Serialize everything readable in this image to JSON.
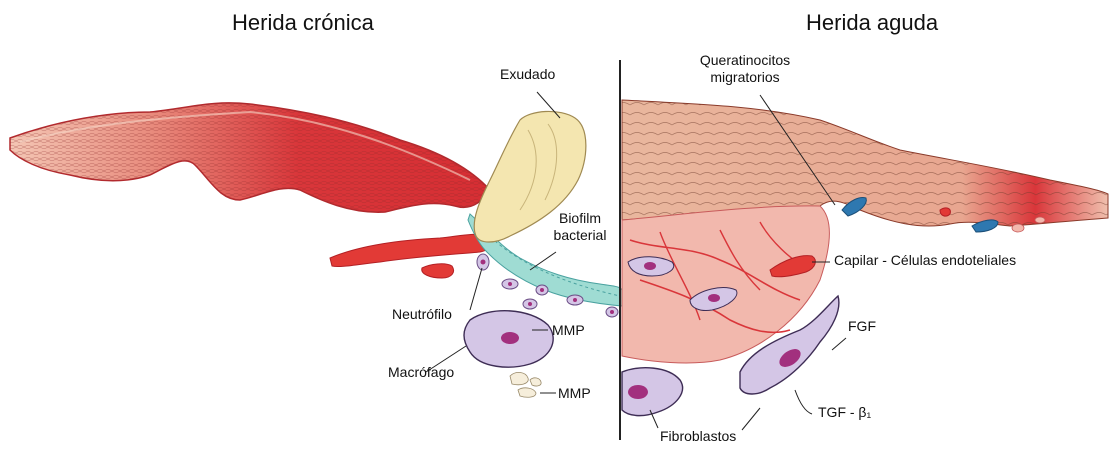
{
  "titles": {
    "chronic": "Herida crónica",
    "acute": "Herida aguda"
  },
  "labels": {
    "exudado": "Exudado",
    "keratinocytes_line1": "Queratinocitos",
    "keratinocytes_line2": "migratorios",
    "biofilm_line1": "Biofilm",
    "biofilm_line2": "bacterial",
    "capillary": "Capilar - Células endoteliales",
    "neutrophil": "Neutrófilo",
    "mmp_1": "MMP",
    "macrophage": "Macrófago",
    "mmp_2": "MMP",
    "fgf": "FGF",
    "tgf": "TGF - β₁",
    "fibroblasts": "Fibroblastos"
  },
  "colors": {
    "tissue_red": "#d9363a",
    "tissue_pink": "#f2b8ad",
    "vessel_red": "#e23a36",
    "exudate": "#f4e6b0",
    "biofilm": "#8fd6cf",
    "cell_lavender": "#d4c6e6",
    "nucleus_purple": "#a2307e",
    "blue_cell": "#2e78b0"
  }
}
